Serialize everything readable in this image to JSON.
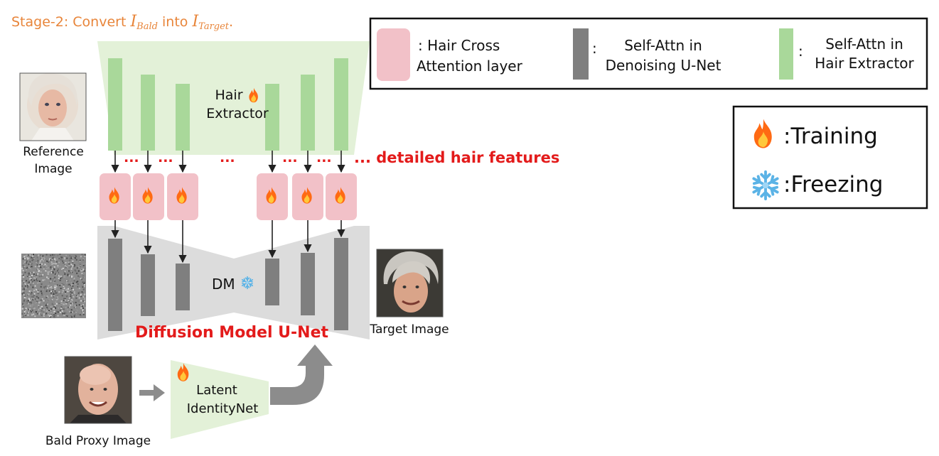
{
  "title": {
    "prefix": "Stage-2: Convert ",
    "var1": "I",
    "sub1": "Bald",
    "middle": " into ",
    "var2": "I",
    "sub2": "Target",
    "suffix": ".",
    "color": "#e8853a"
  },
  "legend": {
    "pink_label_line1": ": Hair Cross",
    "pink_label_line2": "Attention layer",
    "gray_colon": ":",
    "gray_label_line1": "Self-Attn in",
    "gray_label_line2": "Denoising U-Net",
    "green_colon": ":",
    "green_label_line1": "Self-Attn in",
    "green_label_line2": "Hair Extractor"
  },
  "status_legend": {
    "training_label": ":Training",
    "freezing_label": ":Freezing"
  },
  "hair_extractor": {
    "line1": "Hair",
    "line2": "Extractor"
  },
  "denoising_unet": {
    "label": "DM"
  },
  "unet_caption": "Diffusion Model U-Net",
  "ellipsis": "...",
  "detailed_features": "... detailed hair features",
  "reference_image": {
    "line1": "Reference",
    "line2": "Image"
  },
  "target_image": {
    "label": "Target Image"
  },
  "bald_proxy_image": {
    "label": "Bald Proxy Image"
  },
  "identity_net": {
    "line1": "Latent",
    "line2": "IdentityNet"
  },
  "colors": {
    "green": "#a9d89a",
    "green_trapezoid": "#e3f1d8",
    "pink": "#f2c1c8",
    "gray_bar": "#7f7f7f",
    "gray_trapezoid": "#dcdcdc",
    "red_text": "#e31b1b",
    "arrow_gray": "#8c8c8c"
  },
  "icons": [
    "fire-icon",
    "snowflake-icon"
  ]
}
